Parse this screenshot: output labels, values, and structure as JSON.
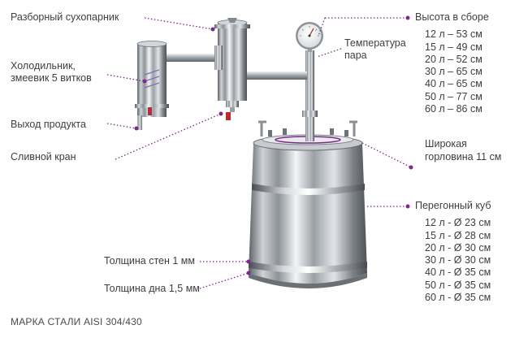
{
  "labels": {
    "dry_steamer": "Разборный сухопарник",
    "condenser_line1": "Холодильник,",
    "condenser_line2": "змеевик 5 витков",
    "product_outlet": "Выход продукта",
    "drain_valve": "Сливной кран",
    "wall_thickness": "Толщина стен 1 мм",
    "bottom_thickness": "Толщина дна 1,5 мм",
    "temperature_line1": "Температура",
    "temperature_line2": "пара",
    "wide_neck_line1": "Широкая",
    "wide_neck_line2": "горловина 11 см"
  },
  "assembled_height": {
    "title": "Высота в сборе",
    "rows": [
      "12 л – 53 см",
      "15 л – 49 см",
      "20 л – 52 см",
      "30 л – 65 см",
      "40 л – 65 см",
      "50 л – 77 см",
      "60 л – 86 см"
    ]
  },
  "distillation_tank": {
    "title": "Перегонный куб",
    "rows": [
      "12 л - Ø 23 см",
      "15 л - Ø 28 см",
      "20 л - Ø 30 см",
      "30 л - Ø 30 см",
      "40 л - Ø 35 см",
      "50 л - Ø 35 см",
      "60 л - Ø 35 см"
    ]
  },
  "footer": "МАРКА СТАЛИ AISI 304/430",
  "colors": {
    "leader": "#7b2a88",
    "text": "#3e3e3e"
  }
}
